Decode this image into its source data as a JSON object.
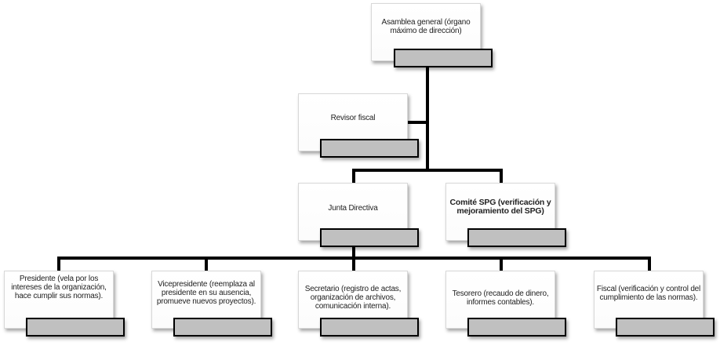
{
  "org_chart": {
    "root": {
      "label": "Asamblea general (órgano máximo de dirección)",
      "name_field": ""
    },
    "fiscal_review": {
      "label": "Revisor fiscal",
      "name_field": ""
    },
    "board": {
      "label": "Junta Directiva",
      "name_field": ""
    },
    "committee": {
      "label": "Comité SPG (verificación y mejoramiento del SPG)",
      "name_field": ""
    },
    "officers": [
      {
        "label": "Presidente (vela por los intereses de la organización, hace cumplir sus normas).",
        "name_field": ""
      },
      {
        "label": "Vicepresidente (reemplaza al presidente en su ausencia, promueve nuevos proyectos).",
        "name_field": ""
      },
      {
        "label": "Secretario (registro de actas, organización de archivos, comunicación interna).",
        "name_field": ""
      },
      {
        "label": "Tesorero (recaudo de dinero, informes contables).",
        "name_field": ""
      },
      {
        "label": "Fiscal (verificación y control del cumplimiento de las normas).",
        "name_field": ""
      }
    ]
  },
  "colors": {
    "connector": "#000000",
    "name_field_fill": "#c0c0c0",
    "node_border": "#d8d8d8"
  }
}
